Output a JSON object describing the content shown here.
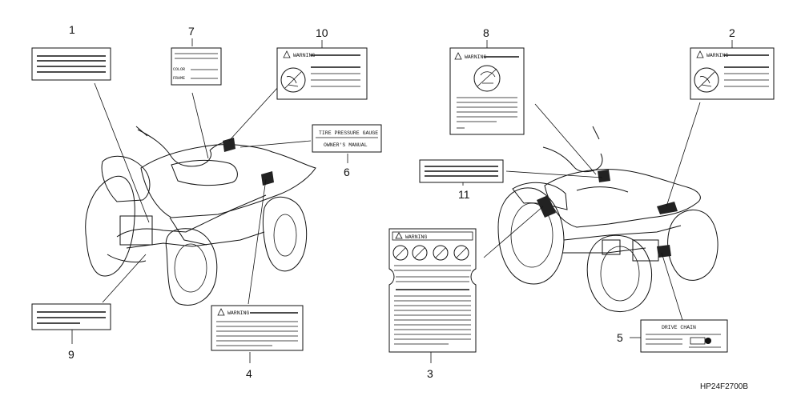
{
  "diagram_code": "HP24F2700B",
  "callouts": {
    "c1": "1",
    "c2": "2",
    "c3": "3",
    "c4": "4",
    "c5": "5",
    "c6": "6",
    "c7": "7",
    "c8": "8",
    "c9": "9",
    "c10": "10",
    "c11": "11"
  },
  "labels": {
    "tire_line1": "TIRE PRESSURE GAUGE",
    "tire_line2": "OWNER'S MANUAL",
    "color_field": "COLOR",
    "frame_field": "FRAME",
    "warning_header": "WARNING",
    "drive_chain": "DRIVE CHAIN"
  },
  "icons": [
    "warning-triangle-icon",
    "no-rider-icon",
    "helmet-icon",
    "padlock-icon"
  ]
}
